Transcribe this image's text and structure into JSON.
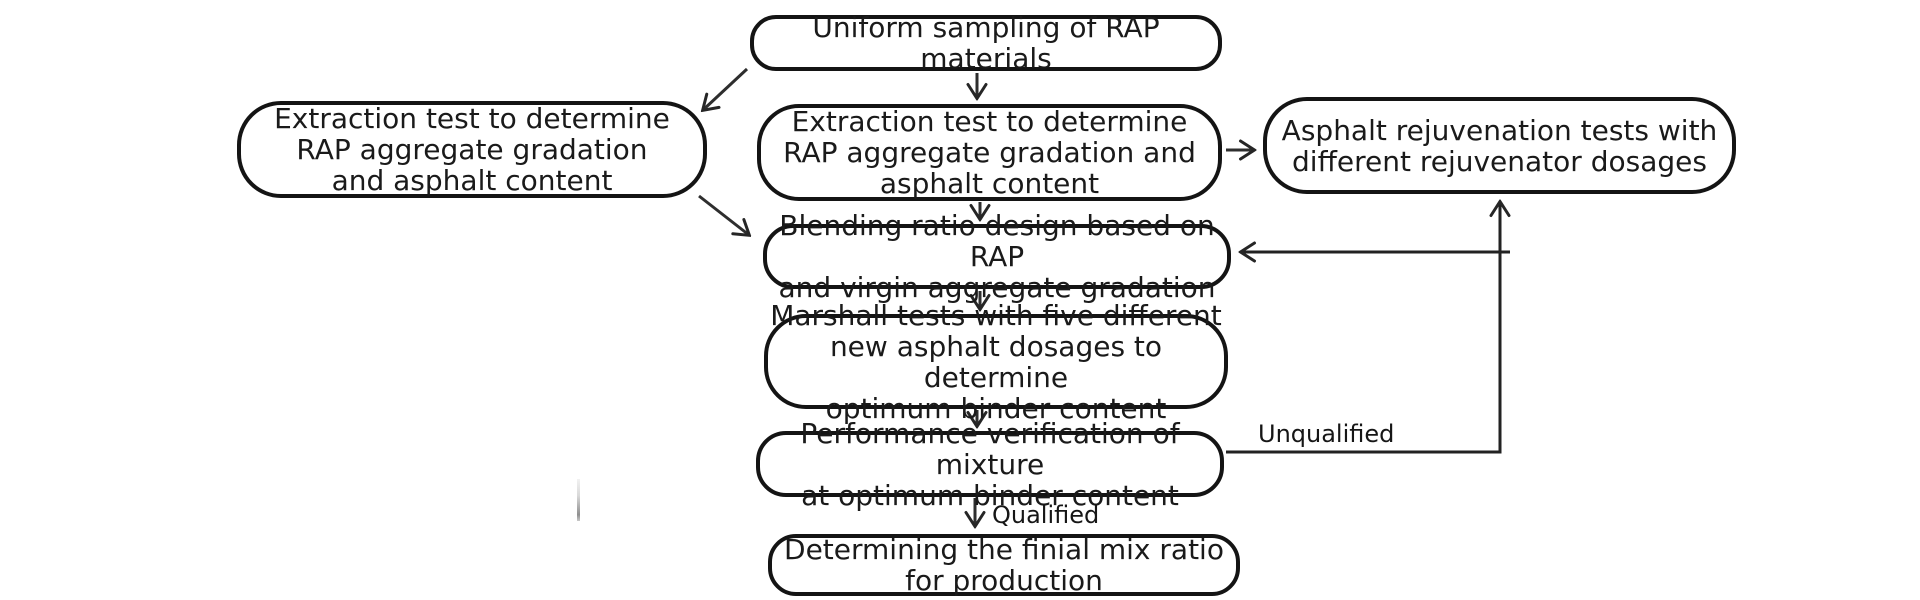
{
  "diagram": {
    "background": "#ffffff",
    "box_stroke_color": "#141414",
    "arrow_color": "#262626",
    "text_color": "#1a1a1a",
    "nodes": {
      "uniform_sampling": {
        "label": "Uniform sampling of RAP materials"
      },
      "extraction_left": {
        "label": "Extraction test to determine\nRAP aggregate gradation\nand asphalt content"
      },
      "extraction_mid": {
        "label": "Extraction test to determine\nRAP aggregate gradation and\nasphalt content"
      },
      "rejuvenation": {
        "label": "Asphalt rejuvenation tests with\ndifferent rejuvenator dosages"
      },
      "blending": {
        "label": "Blending ratio design based on RAP\nand virgin aggregate gradation"
      },
      "marshall": {
        "label": "Marshall tests with five different\nnew asphalt dosages to determine\noptimum binder content"
      },
      "performance": {
        "label": "Performance verification of mixture\nat optimum binder content"
      },
      "final_mix": {
        "label": "Determining the finial mix ratio\nfor production"
      }
    },
    "edge_labels": {
      "qualified": "Qualified",
      "unqualified": "Unqualified"
    }
  }
}
